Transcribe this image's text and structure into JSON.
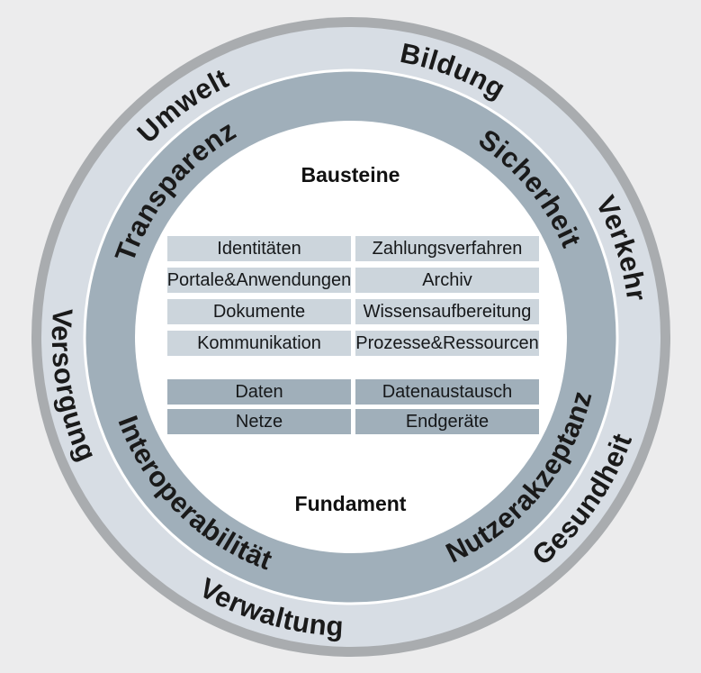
{
  "colors": {
    "background": "#ececed",
    "ring_border": "#a9acaf",
    "outer_ring_fill": "#d7dde4",
    "inner_ring_fill": "#a0afba",
    "center_fill": "#ffffff",
    "box_light": "#ccd5dc",
    "box_dark": "#a0afba",
    "text": "#1a1a1a"
  },
  "rings": {
    "outer": [
      "Bildung",
      "Verkehr",
      "Umwelt",
      "Versorgung",
      "Verwaltung",
      "Gesundheit"
    ],
    "inner": [
      "Sicherheit",
      "Transparenz",
      "Interoperabilität",
      "Nutzerakzeptanz"
    ]
  },
  "center": {
    "bausteine_title": "Bausteine",
    "fundament_title": "Fundament",
    "bausteine_rows": [
      {
        "left": "Identitäten",
        "right": "Zahlungsverfahren"
      },
      {
        "left": "Portale&Anwendungen",
        "right": "Archiv"
      },
      {
        "left": "Dokumente",
        "right": "Wissensaufbereitung"
      },
      {
        "left": "Kommunikation",
        "right": "Prozesse&Ressourcen"
      }
    ],
    "fundament_rows": [
      {
        "left": "Daten",
        "right": "Datenaustausch"
      },
      {
        "left": "Netze",
        "right": "Endgeräte"
      }
    ]
  }
}
